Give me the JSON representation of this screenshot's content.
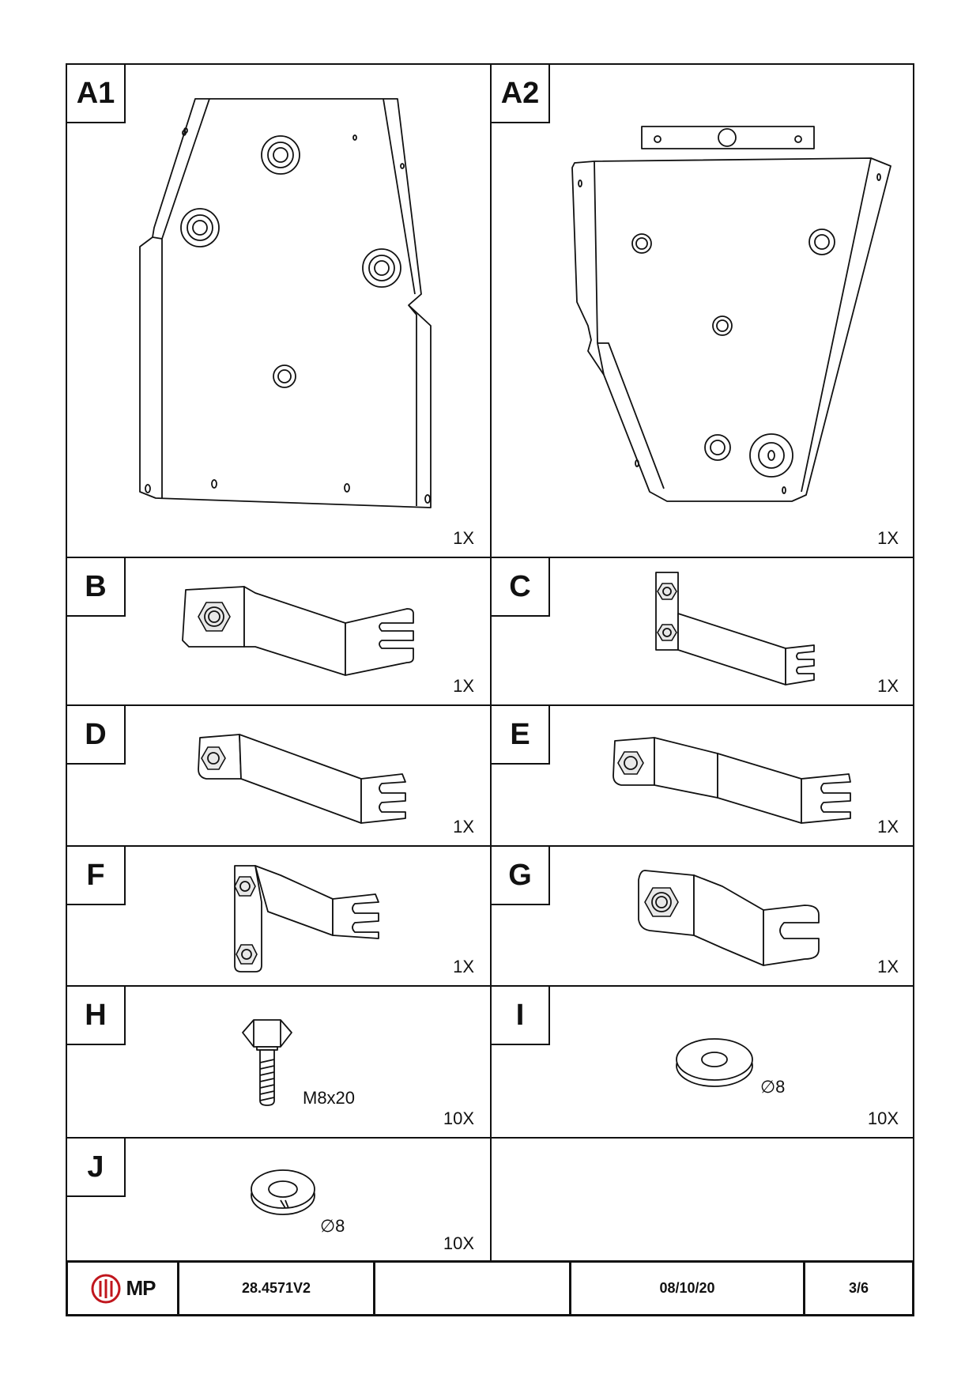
{
  "parts": [
    {
      "id": "A1",
      "qty": "1X"
    },
    {
      "id": "A2",
      "qty": "1X"
    },
    {
      "id": "B",
      "qty": "1X"
    },
    {
      "id": "C",
      "qty": "1X"
    },
    {
      "id": "D",
      "qty": "1X"
    },
    {
      "id": "E",
      "qty": "1X"
    },
    {
      "id": "F",
      "qty": "1X"
    },
    {
      "id": "G",
      "qty": "1X"
    },
    {
      "id": "H",
      "qty": "10X",
      "note": "M8x20"
    },
    {
      "id": "I",
      "qty": "10X",
      "note": "∅8"
    },
    {
      "id": "J",
      "qty": "10X",
      "note": "∅8"
    }
  ],
  "footer": {
    "logo_text": "MP",
    "doc_number": "28.4571V2",
    "blank": "",
    "date": "08/10/20",
    "page": "3/6"
  },
  "colors": {
    "ink": "#111111",
    "logo_red": "#c0161d"
  }
}
